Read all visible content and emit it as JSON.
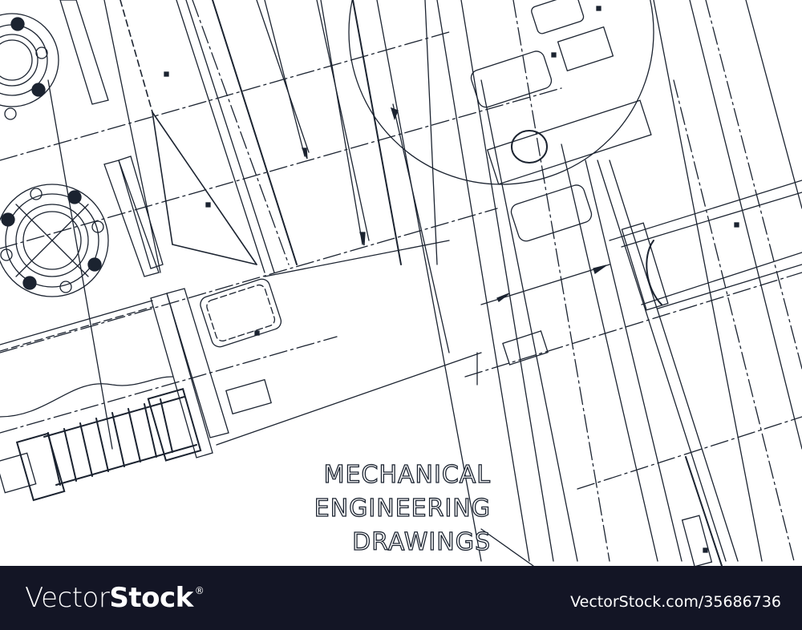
{
  "illustration": {
    "subject": "mechanical engineering blueprint line drawing",
    "line_color": "#1b2330",
    "background_color": "#ffffff",
    "title_lines": [
      "MECHANICAL",
      "ENGINEERING",
      "DRAWINGS"
    ]
  },
  "footer": {
    "background_color": "#131525",
    "brand_light": "Vector",
    "brand_bold": "Stock",
    "brand_mark": "®",
    "image_id_text": "VectorStock.com/35686736"
  }
}
